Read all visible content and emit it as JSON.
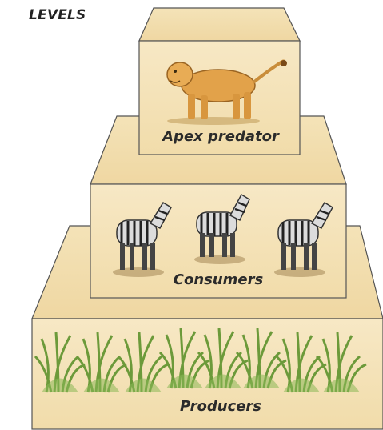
{
  "diagram": {
    "title": "LEVELS",
    "tiers": [
      {
        "label": "Apex predator",
        "icon": "lion-icon"
      },
      {
        "label": "Consumers",
        "icon": "zebra-icon"
      },
      {
        "label": "Producers",
        "icon": "grass-icon"
      }
    ],
    "colors": {
      "top_face": "#f3e0b0",
      "front_face": "#f6e6c0",
      "outline": "#4a4a4a"
    }
  }
}
